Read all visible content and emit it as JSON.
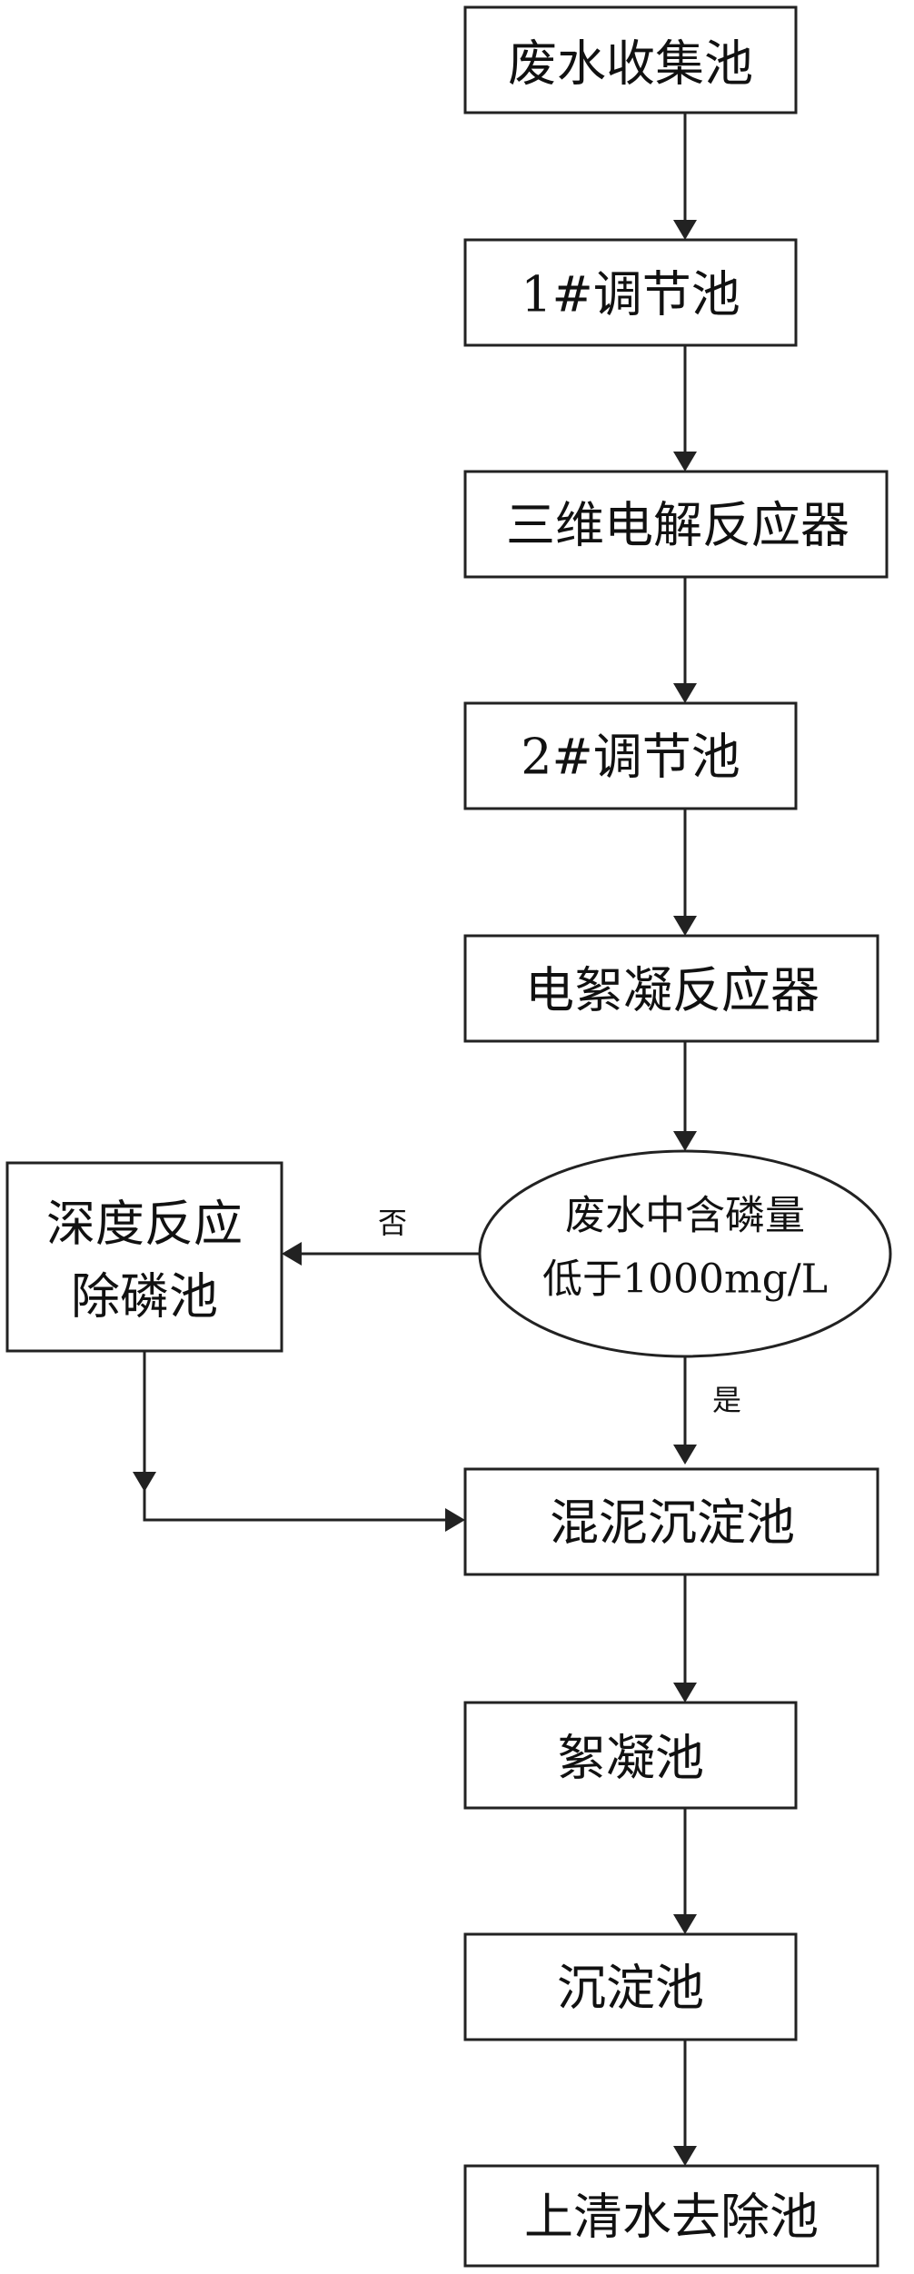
{
  "nodes": {
    "collection_pool": "废水收集池",
    "regulating_pool_1": "1#调节池",
    "electrolysis_reactor": "三维电解反应器",
    "regulating_pool_2": "2#调节池",
    "electroflocculation_reactor": "电絮凝反应器",
    "decision_line1": "废水中含磷量",
    "decision_line2": "低于1000mg/L",
    "deep_reaction_line1": "深度反应",
    "deep_reaction_line2": "除磷池",
    "mixed_sedimentation_pool": "混泥沉淀池",
    "flocculation_pool": "絮凝池",
    "sedimentation_pool": "沉淀池",
    "supernatant_removal_pool": "上清水去除池"
  },
  "edges": {
    "no_label": "否",
    "yes_label": "是"
  }
}
